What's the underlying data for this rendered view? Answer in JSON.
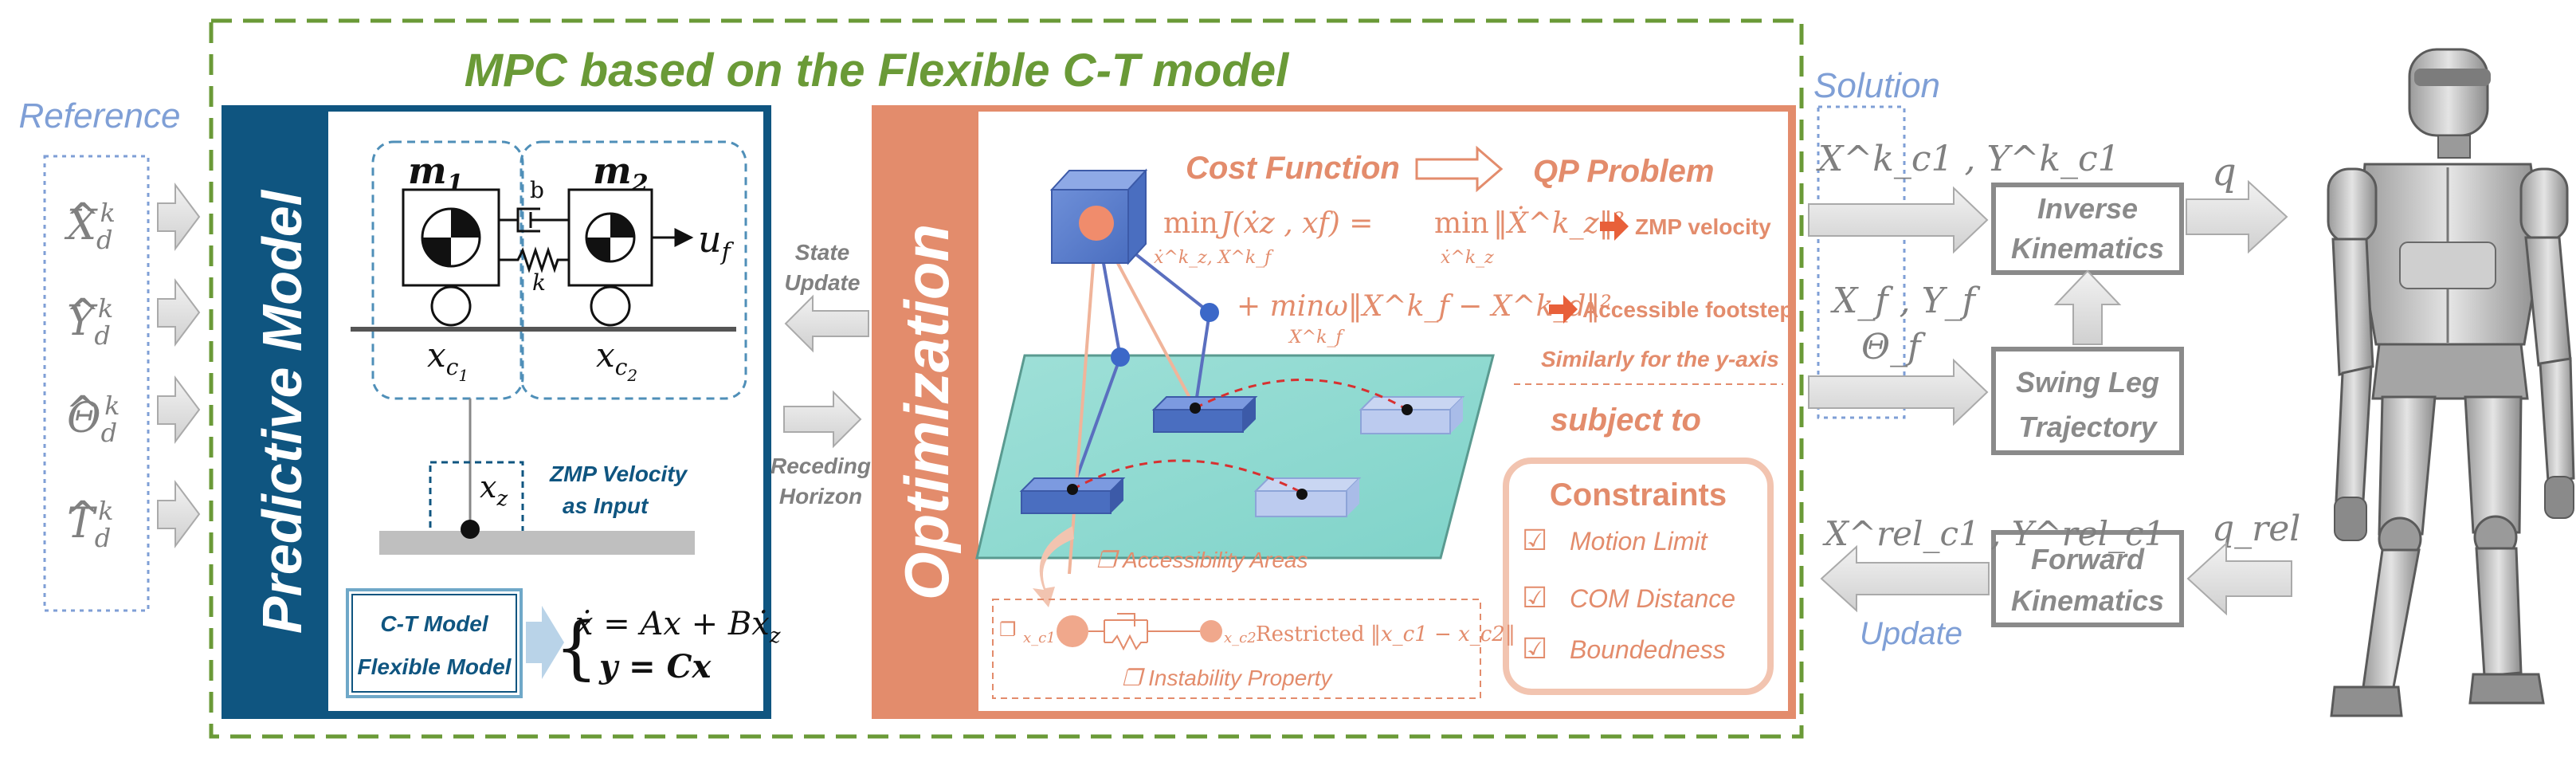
{
  "title": "MPC  based on the Flexible C-T model",
  "reference": {
    "label": "Reference",
    "inputs": [
      {
        "base": "X",
        "sub": "d",
        "sup": "k"
      },
      {
        "base": "Y",
        "sub": "d",
        "sup": "k"
      },
      {
        "base": "Θ",
        "sub": "d",
        "sup": "k"
      },
      {
        "base": "T",
        "sub": "d",
        "sup": "k"
      }
    ],
    "hat": "^"
  },
  "predictive": {
    "heading": "Predictive Model",
    "mass1": {
      "base": "m",
      "sub": "1"
    },
    "mass2": {
      "base": "m",
      "sub": "2"
    },
    "damper": "b",
    "spring": "k",
    "force": {
      "base": "u",
      "sub": "f"
    },
    "pos1": {
      "base": "x",
      "sub": "c",
      "subsub": "1"
    },
    "pos2": {
      "base": "x",
      "sub": "c",
      "subsub": "2"
    },
    "zmp": {
      "base": "x",
      "sub": "z"
    },
    "zmp_note_1": "ZMP Velocity",
    "zmp_note_2": "as Input",
    "model_1": "C-T Model",
    "model_2": "Flexible Model",
    "eq1": "ẋ = Ax + Bẋ",
    "eq1_sub": "z",
    "eq2": "y = Cx",
    "brace": "{"
  },
  "middle": {
    "state_update_1": "State",
    "state_update_2": "Update",
    "receding_1": "Receding",
    "receding_2": "Horizon"
  },
  "optimization": {
    "heading": "Optimization",
    "cost_function": "Cost Function",
    "qp_problem": "QP Problem",
    "min_word": "min",
    "min_sub": "ẋ^k_z, X^k_f",
    "cost_1": "J(ẋz , xf)  =",
    "cost_1b": "‖Ẋ^k_z‖²",
    "cost_1b_sub": "ẋ^k_z",
    "zmp_velocity": "ZMP velocity",
    "cost_2": "+ minω‖X^k_f − X^k_d‖²",
    "cost_2_sub": "X^k_f",
    "accessible_footstep": "Accessible footstep",
    "y_axis": "Similarly for the y-axis",
    "subject_to": "subject to",
    "constraints_title": "Constraints",
    "constraints": [
      "Motion Limit",
      "COM Distance",
      "Boundedness"
    ],
    "check": "☑",
    "accessibility": "Accessibility Areas",
    "box": "❐",
    "x_c1": "x_c1",
    "x_c2": "x_c2",
    "restricted": "Restricted",
    "restricted_expr": "‖x_c1 − x_c2‖",
    "instability": "Instability Property"
  },
  "right": {
    "solution": "Solution",
    "solution_vars": "X^k_c1 , Y^k_c1",
    "foot_vars": "X_f , Y_f",
    "theta_f": "Θ_f",
    "q": "q",
    "q_rel": "q_rel",
    "rel_vars": "X^rel_c1 , Y^rel_c1",
    "update": "Update",
    "ik_1": "Inverse",
    "ik_2": "Kinematics",
    "swing_1": "Swing Leg",
    "swing_2": "Trajectory",
    "fk_1": "Forward",
    "fk_2": "Kinematics"
  },
  "colors": {
    "green": "#6a9a37",
    "navy": "#0f5580",
    "salmon": "#e38c6c",
    "grey": "#8a8a8a",
    "blue_light": "#7f9fd6"
  }
}
